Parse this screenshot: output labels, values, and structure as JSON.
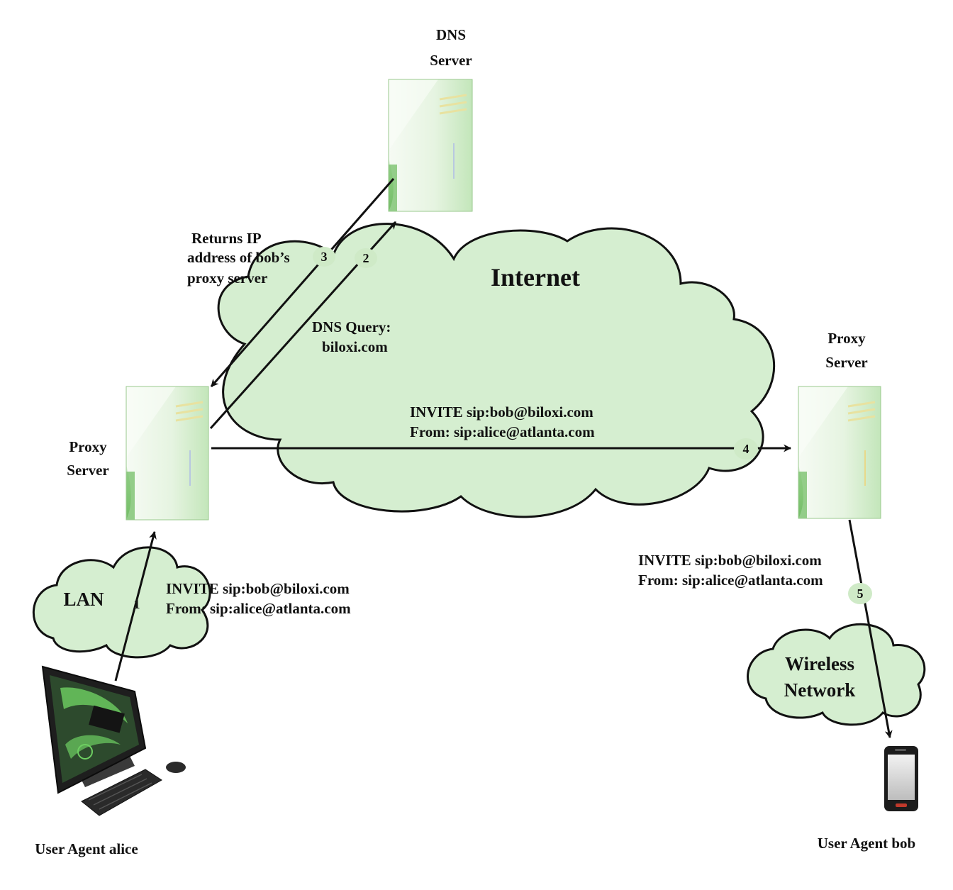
{
  "nodes": {
    "dns_server": {
      "line1": "DNS",
      "line2": "Server"
    },
    "proxy_left": {
      "line1": "Proxy",
      "line2": "Server"
    },
    "proxy_right": {
      "line1": "Proxy",
      "line2": "Server"
    },
    "ua_alice": {
      "label": "User Agent alice"
    },
    "ua_bob": {
      "label": "User Agent bob"
    }
  },
  "clouds": {
    "internet": {
      "label": "Internet"
    },
    "lan": {
      "label": "LAN"
    },
    "wireless": {
      "line1": "Wireless",
      "line2": "Network"
    }
  },
  "messages": {
    "m1": {
      "step": "1",
      "line1": "INVITE sip:bob@biloxi.com",
      "line2": "From: sip:alice@atlanta.com"
    },
    "m2": {
      "step": "2",
      "line1": "DNS Query:",
      "line2": "biloxi.com"
    },
    "m3": {
      "step": "3",
      "line1": "Returns IP",
      "line2": "address of bob’s",
      "line3": "proxy server"
    },
    "m4": {
      "step": "4",
      "line1": "INVITE sip:bob@biloxi.com",
      "line2": "From: sip:alice@atlanta.com"
    },
    "m5": {
      "step": "5",
      "line1": "INVITE sip:bob@biloxi.com",
      "line2": "From: sip:alice@atlanta.com"
    }
  },
  "colors": {
    "cloud_fill": "#d5eed0",
    "badge_fill": "#cfeac7",
    "server_light": "#f4fbf2",
    "server_mid": "#b9e3b0",
    "server_dark": "#4f9a44",
    "arrow": "#111111"
  }
}
